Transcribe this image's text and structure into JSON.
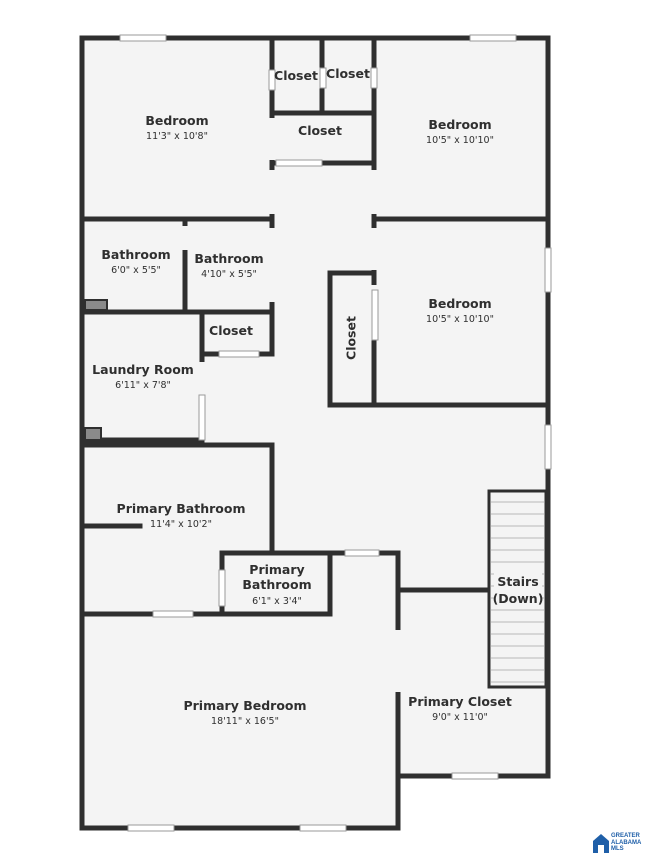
{
  "rooms": {
    "bedroom_nw": {
      "name": "Bedroom",
      "dims": "11'3\" x 10'8\""
    },
    "bedroom_ne": {
      "name": "Bedroom",
      "dims": "10'5\" x 10'10\""
    },
    "bedroom_e": {
      "name": "Bedroom",
      "dims": "10'5\" x 10'10\""
    },
    "closet_top_left": {
      "name": "Closet"
    },
    "closet_top_right": {
      "name": "Closet"
    },
    "closet_top_wide": {
      "name": "Closet"
    },
    "closet_mid": {
      "name": "Closet"
    },
    "closet_vertical": {
      "name": "Closet"
    },
    "bathroom_1": {
      "name": "Bathroom",
      "dims": "6'0\" x 5'5\""
    },
    "bathroom_2": {
      "name": "Bathroom",
      "dims": "4'10\" x 5'5\""
    },
    "laundry": {
      "name": "Laundry Room",
      "dims": "6'11\" x 7'8\""
    },
    "primary_bath": {
      "name": "Primary Bathroom",
      "dims": "11'4\" x 10'2\""
    },
    "primary_bath_small": {
      "name_line1": "Primary",
      "name_line2": "Bathroom",
      "dims": "6'1\" x 3'4\""
    },
    "stairs": {
      "name_line1": "Stairs",
      "name_line2": "(Down)"
    },
    "primary_closet": {
      "name": "Primary Closet",
      "dims": "9'0\" x 11'0\""
    },
    "primary_bedroom": {
      "name": "Primary Bedroom",
      "dims": "18'11\" x 16'5\""
    }
  },
  "logo": {
    "text": "GREATER\nALABAMA\nMLS",
    "color": "#1f5fa8",
    "icon": "house-icon"
  },
  "colors": {
    "wall": "#2f2f2f",
    "floor": "#f4f4f4",
    "window": "#ffffff"
  }
}
